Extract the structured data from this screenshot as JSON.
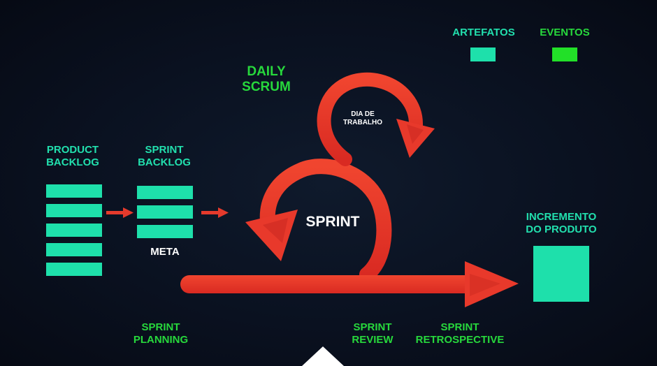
{
  "legend": {
    "artefatos_label": "ARTEFATOS",
    "eventos_label": "EVENTOS",
    "artefatos_color": "#1ee0ab",
    "eventos_color": "#22e028"
  },
  "colors": {
    "teal": "#22e0ae",
    "green": "#27d83c",
    "red": "#e83a2c",
    "background": "#0a1120"
  },
  "labels": {
    "daily_scrum": "DAILY\nSCRUM",
    "dia_de_trabalho": "DIA DE\nTRABALHO",
    "product_backlog": "PRODUCT\nBACKLOG",
    "sprint_backlog": "SPRINT\nBACKLOG",
    "meta": "META",
    "sprint": "SPRINT",
    "incremento": "INCREMENTO\nDO PRODUTO",
    "sprint_planning": "SPRINT\nPLANNING",
    "sprint_review": "SPRINT\nREVIEW",
    "sprint_retrospective": "SPRINT\nRETROSPECTIVE"
  }
}
